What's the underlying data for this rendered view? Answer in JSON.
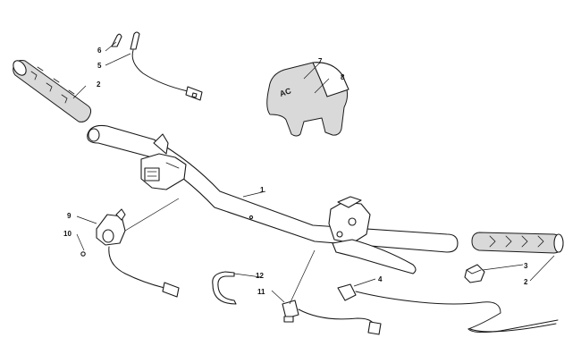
{
  "diagram": {
    "callouts": {
      "c1": "1",
      "c2a": "2",
      "c2b": "2",
      "c3": "3",
      "c4": "4",
      "c5": "5",
      "c6": "6",
      "c7": "7",
      "c8": "8",
      "c9": "9",
      "c10": "10",
      "c11": "11",
      "c12": "12"
    },
    "colors": {
      "line": "#1a1a1a",
      "grip_fill": "#d9d9d9",
      "background": "#ffffff"
    },
    "guard_logo_text": "AC"
  }
}
